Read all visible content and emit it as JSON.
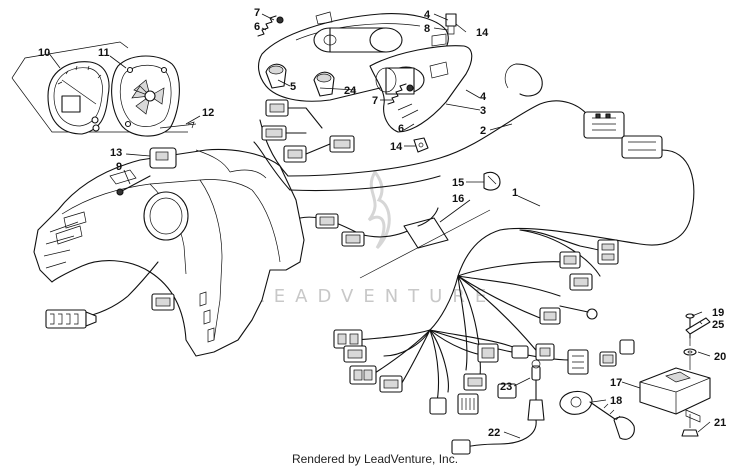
{
  "diagram": {
    "callouts": [
      "1",
      "2",
      "3",
      "4",
      "4",
      "5",
      "6",
      "6",
      "7",
      "7",
      "8",
      "9",
      "10",
      "11",
      "12",
      "13",
      "14",
      "14",
      "15",
      "16",
      "17",
      "18",
      "19",
      "20",
      "21",
      "22",
      "23",
      "24",
      "25"
    ],
    "watermark": "LEADVENTURE",
    "footer": "Rendered by LeadVenture, Inc."
  },
  "colors": {
    "ink": "#111111",
    "watermark": "#c8c8c8",
    "background": "#ffffff"
  }
}
